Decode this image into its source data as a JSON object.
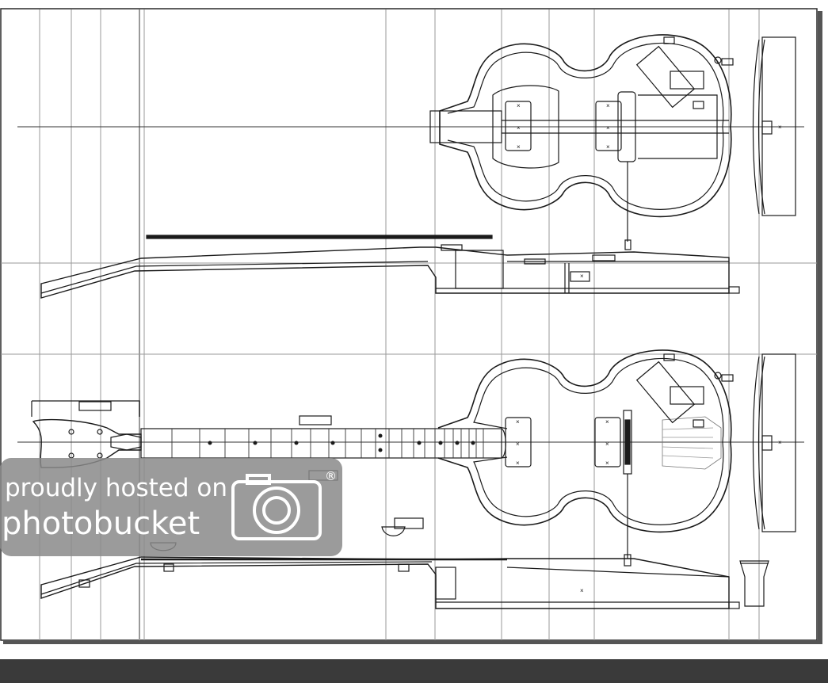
{
  "drawing": {
    "subject": "Hofner-style violin bass",
    "views": [
      "body-top-view",
      "body-side-view",
      "full-top-view",
      "full-side-view"
    ]
  },
  "watermark": {
    "line1": "proudly hosted on",
    "line2": "photobucket",
    "mark": "®"
  },
  "colors": {
    "line": "#1a1a1a",
    "grid": "#9a9a9a",
    "frame_shadow": "#444444",
    "watermark_bg": "#8a8a8a",
    "bottom_bar": "#3a3a3a"
  }
}
